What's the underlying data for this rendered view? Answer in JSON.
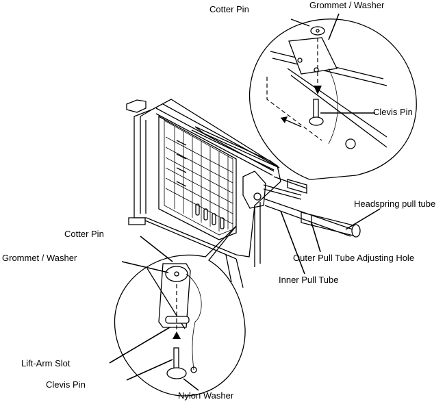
{
  "labels": {
    "cotter_pin_top": "Cotter Pin",
    "grommet_washer_top": "Grommet / Washer",
    "clevis_pin_top": "Clevis Pin",
    "headspring_pull_tube": "Headspring pull tube",
    "outer_pull_tube": "Outer Pull Tube Adjusting Hole",
    "inner_pull_tube": "Inner Pull Tube",
    "cotter_pin_bottom": "Cotter Pin",
    "grommet_washer_bottom": "Grommet / Washer",
    "lift_arm_slot": "Lift-Arm Slot",
    "clevis_pin_bottom": "Clevis Pin",
    "nylon_washer": "Nylon Washer"
  }
}
